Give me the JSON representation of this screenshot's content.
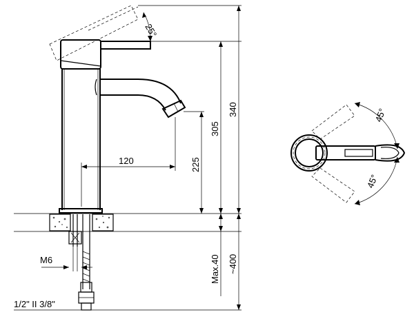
{
  "dimensions": {
    "lever_angle": "25°",
    "spout_height": "225",
    "body_height": "305",
    "total_height": "340",
    "spout_reach": "120",
    "max_thickness": "Max.40",
    "hose_length": "~400",
    "thread": "M6",
    "hose_connection": "1/2\" II 3/8\"",
    "top_angle_upper": "45°",
    "top_angle_lower": "45°"
  }
}
